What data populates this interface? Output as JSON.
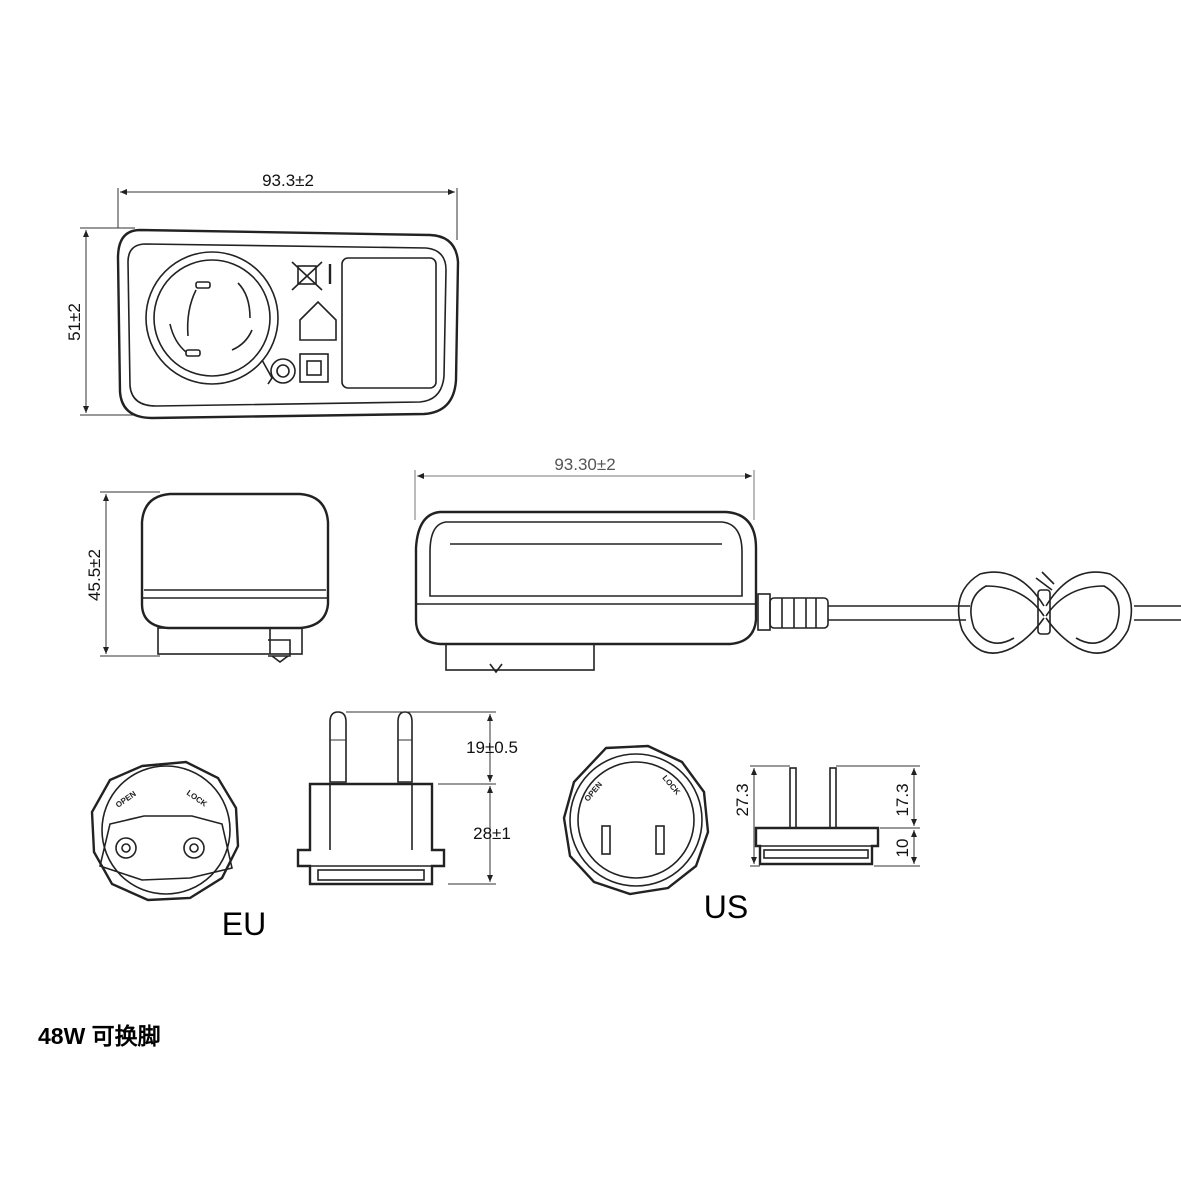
{
  "dimensions": {
    "top_width": "93.3±2",
    "top_height": "51±2",
    "side_height": "45.5±2",
    "front_width": "93.30±2",
    "eu_pin_length": "19±0.5",
    "eu_body_height": "28±1",
    "us_total": "27.3",
    "us_pin": "17.3",
    "us_base": "10"
  },
  "labels": {
    "eu": "EU",
    "us": "US",
    "open": "OPEN",
    "lock": "LOCK",
    "caption": "48W 可换脚"
  }
}
